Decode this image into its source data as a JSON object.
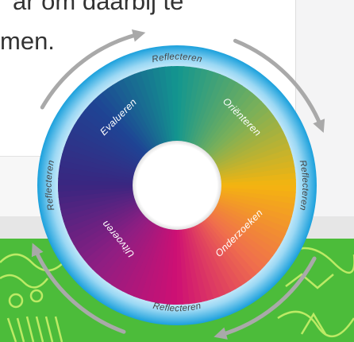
{
  "background_text": {
    "line1": "ar om daarbij te",
    "line2": "men."
  },
  "cycle": {
    "inner_segments": [
      "Oriënteren",
      "Onderzoeken",
      "Uitvoeren",
      "Evalueren"
    ],
    "ring_labels": [
      "Reflecteren",
      "Reflecteren",
      "Reflecteren",
      "Reflecteren"
    ]
  },
  "colors": {
    "ring_light": "#e6f6fd",
    "ring_dark": "#1aa0dc",
    "outer_arrows": "#a9a9a9",
    "page_green": "#4cbc3a"
  }
}
